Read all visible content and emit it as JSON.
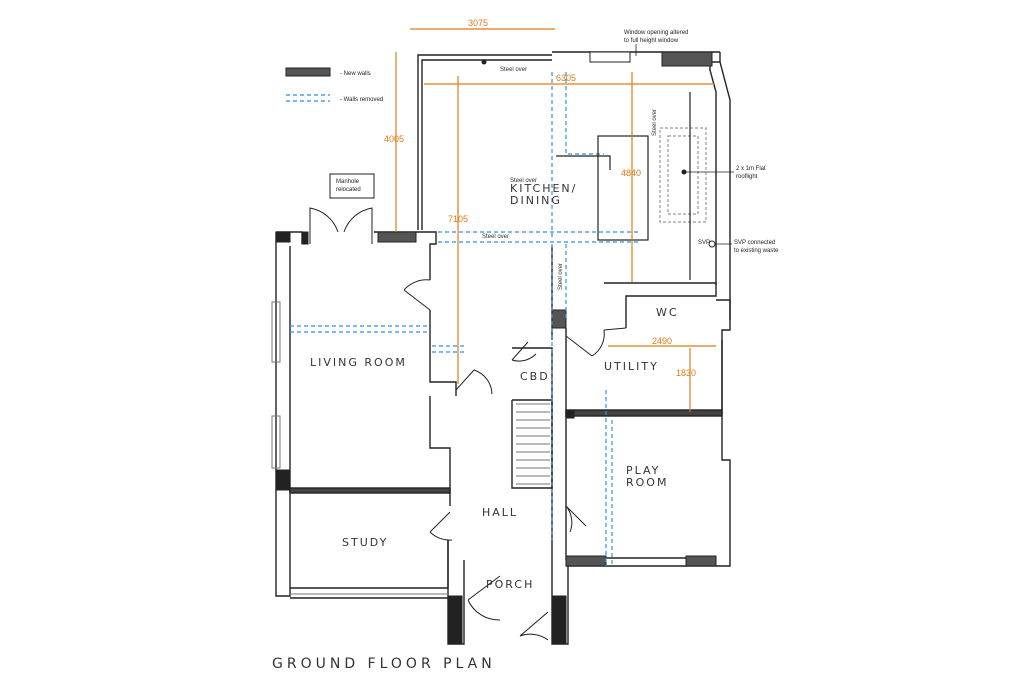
{
  "title": "GROUND FLOOR PLAN",
  "legend": {
    "new_walls": "- New walls",
    "walls_removed": "- Walls removed"
  },
  "rooms": {
    "kitchen_line1": "KITCHEN/",
    "kitchen_line2": "DINING",
    "living": "LIVING ROOM",
    "study": "STUDY",
    "hall": "HALL",
    "porch": "PORCH",
    "utility": "UTILITY",
    "wc": "WC",
    "cbd": "CBD",
    "play_line1": "PLAY",
    "play_line2": "ROOM"
  },
  "dimensions": {
    "d3075": "3075",
    "d6305": "6305",
    "d4005": "4005",
    "d7105": "7105",
    "d4840": "4840",
    "d2490": "2490",
    "d1830": "1830"
  },
  "notes": {
    "window_line1": "Window opening altered",
    "window_line2": "to full height window",
    "steel_over": "Steel over",
    "rooflight_line1": "2 x 1m Flat",
    "rooflight_line2": "rooflight",
    "svp": "SVP",
    "svp_line1": "SVP connected",
    "svp_line2": "to existing waste",
    "manhole_line1": "Manhole",
    "manhole_line2": "relocated"
  },
  "colors": {
    "wall": "#222222",
    "new_wall": "#555555",
    "removed": "#2f8fe8",
    "dimension": "#e07b18"
  }
}
